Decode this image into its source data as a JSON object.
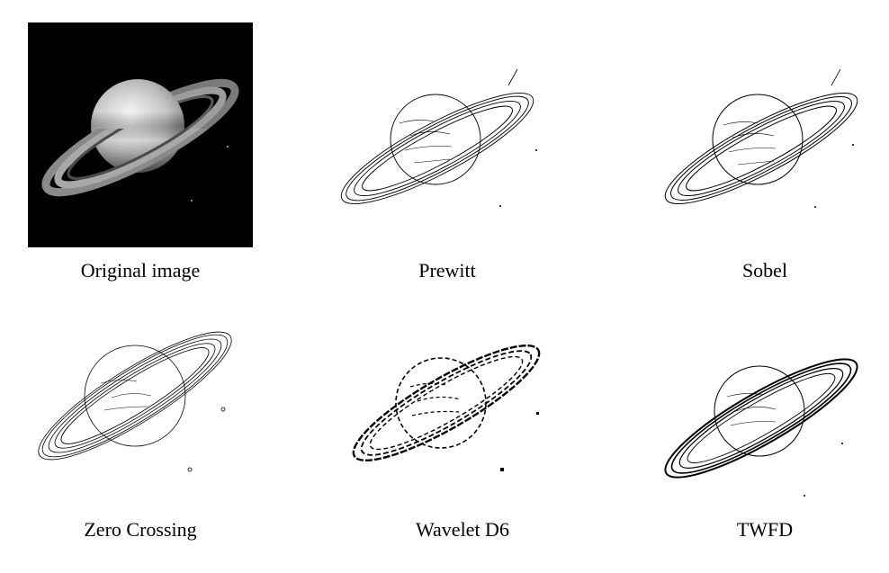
{
  "figure": {
    "panels": [
      {
        "caption": "Original image",
        "style": "photo",
        "icon": "saturn-photo"
      },
      {
        "caption": "Prewitt",
        "style": "thin",
        "icon": "saturn-edge-prewitt"
      },
      {
        "caption": "Sobel",
        "style": "thin",
        "icon": "saturn-edge-sobel"
      },
      {
        "caption": "Zero Crossing",
        "style": "rings",
        "icon": "saturn-edge-zero-crossing"
      },
      {
        "caption": "Wavelet D6",
        "style": "dashed",
        "icon": "saturn-edge-wavelet-d6"
      },
      {
        "caption": "TWFD",
        "style": "bold",
        "icon": "saturn-edge-twfd"
      }
    ]
  },
  "colors": {
    "background": "#ffffff",
    "photo_background": "#000000",
    "edge_stroke": "#000000"
  }
}
